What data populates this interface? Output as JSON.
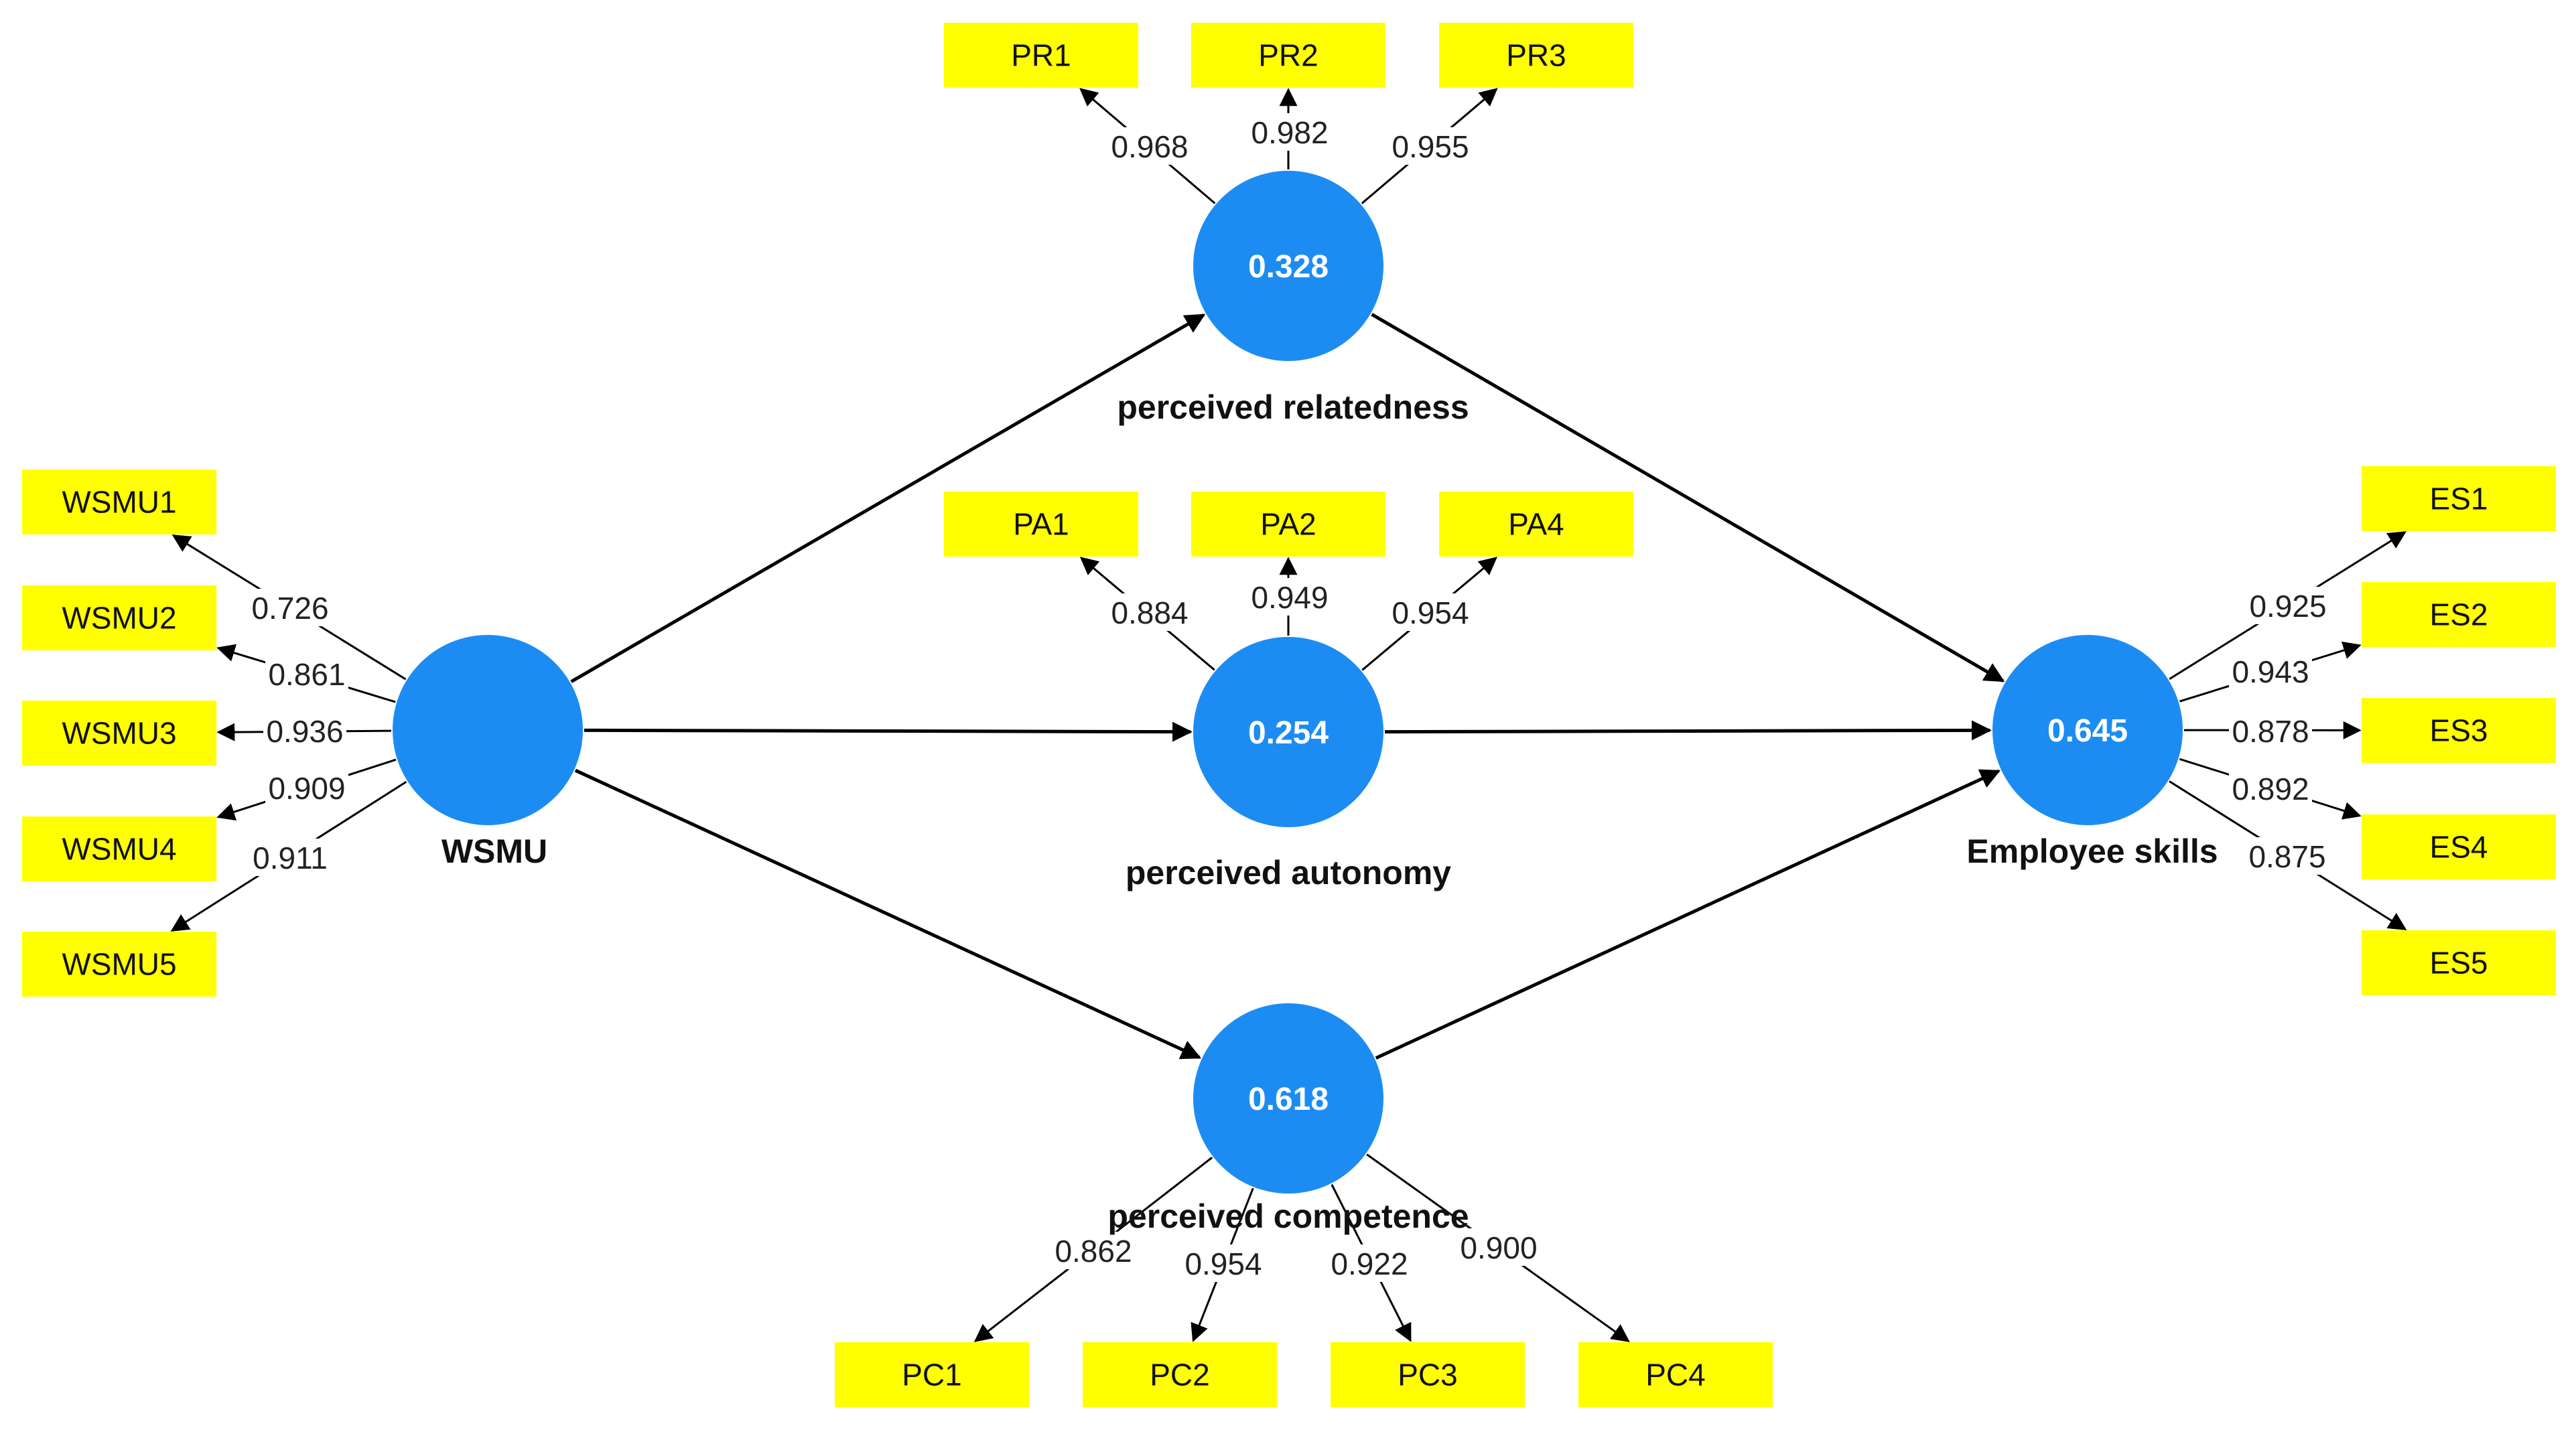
{
  "colors": {
    "indicator": "#ffff00",
    "latent": "#1c8cf3",
    "line": "#000000"
  },
  "latents": [
    {
      "id": "WSMU",
      "label": "WSMU",
      "value": ""
    },
    {
      "id": "PR",
      "label": "perceived relatedness",
      "value": "0.328"
    },
    {
      "id": "PA",
      "label": "perceived autonomy",
      "value": "0.254"
    },
    {
      "id": "PC",
      "label": "perceived competence",
      "value": "0.618"
    },
    {
      "id": "ES",
      "label": "Employee skills",
      "value": "0.645"
    }
  ],
  "indicators": [
    {
      "label": "WSMU1",
      "latent": "WSMU",
      "loading": "0.726"
    },
    {
      "label": "WSMU2",
      "latent": "WSMU",
      "loading": "0.861"
    },
    {
      "label": "WSMU3",
      "latent": "WSMU",
      "loading": "0.936"
    },
    {
      "label": "WSMU4",
      "latent": "WSMU",
      "loading": "0.909"
    },
    {
      "label": "WSMU5",
      "latent": "WSMU",
      "loading": "0.911"
    },
    {
      "label": "PR1",
      "latent": "PR",
      "loading": "0.968"
    },
    {
      "label": "PR2",
      "latent": "PR",
      "loading": "0.982"
    },
    {
      "label": "PR3",
      "latent": "PR",
      "loading": "0.955"
    },
    {
      "label": "PA1",
      "latent": "PA",
      "loading": "0.884"
    },
    {
      "label": "PA2",
      "latent": "PA",
      "loading": "0.949"
    },
    {
      "label": "PA4",
      "latent": "PA",
      "loading": "0.954"
    },
    {
      "label": "PC1",
      "latent": "PC",
      "loading": "0.862"
    },
    {
      "label": "PC2",
      "latent": "PC",
      "loading": "0.954"
    },
    {
      "label": "PC3",
      "latent": "PC",
      "loading": "0.922"
    },
    {
      "label": "PC4",
      "latent": "PC",
      "loading": "0.900"
    },
    {
      "label": "ES1",
      "latent": "ES",
      "loading": "0.925"
    },
    {
      "label": "ES2",
      "latent": "ES",
      "loading": "0.943"
    },
    {
      "label": "ES3",
      "latent": "ES",
      "loading": "0.878"
    },
    {
      "label": "ES4",
      "latent": "ES",
      "loading": "0.892"
    },
    {
      "label": "ES5",
      "latent": "ES",
      "loading": "0.875"
    }
  ],
  "paths": [
    {
      "from": "WSMU",
      "to": "PR"
    },
    {
      "from": "WSMU",
      "to": "PA"
    },
    {
      "from": "WSMU",
      "to": "PC"
    },
    {
      "from": "PR",
      "to": "ES"
    },
    {
      "from": "PA",
      "to": "ES"
    },
    {
      "from": "PC",
      "to": "ES"
    }
  ]
}
